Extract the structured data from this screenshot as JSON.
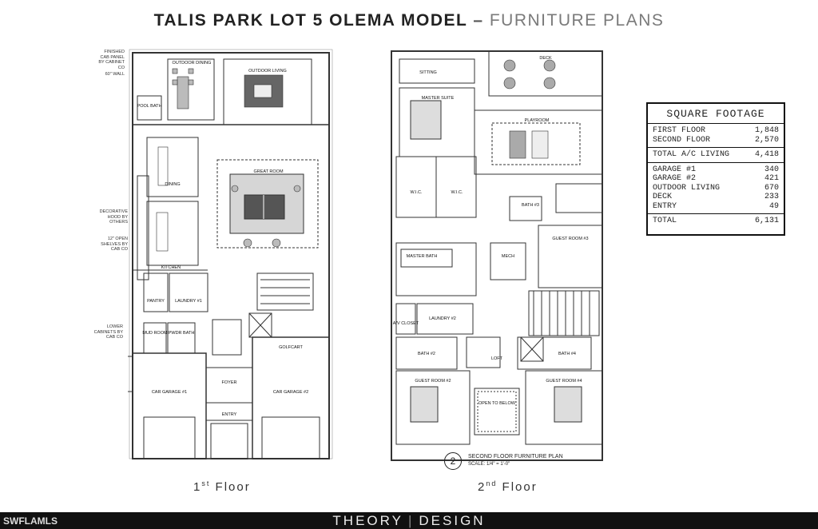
{
  "title": {
    "main": "TALIS PARK LOT 5 OLEMA MODEL",
    "separator": "–",
    "sub": "FURNITURE PLANS"
  },
  "floors": {
    "first": {
      "ord": "1",
      "sup": "st",
      "word": "Floor"
    },
    "second": {
      "ord": "2",
      "sup": "nd",
      "word": "Floor"
    }
  },
  "first_floor_labels": {
    "outdoor_dining": "OUTDOOR DINING",
    "outdoor_living": "OUTDOOR LIVING",
    "pool_bath": "POOL BATH",
    "dining": "DINING",
    "great_room": "GREAT ROOM",
    "kitchen": "KITCHEN",
    "pantry": "PANTRY",
    "laundry_1": "LAUNDRY #1",
    "mud_room": "MUD ROOM",
    "pwdr_bath": "PWDR BATH",
    "golf_cart": "GOLFCART",
    "foyer": "FOYER",
    "entry": "ENTRY",
    "car_garage_1": "CAR GARAGE #1",
    "car_garage_2": "CAR GARAGE #2",
    "note_finished_cab": "FINISHED CAB PANEL BY CABINET CO",
    "note_wall": "60\" WALL",
    "note_hood": "DECORATIVE HOOD BY OTHERS",
    "note_shelves": "12\" OPEN SHELVES BY CAB CO",
    "note_lower_cab": "LOWER CABINETS BY CAB CO"
  },
  "second_floor_labels": {
    "deck": "DECK",
    "sitting": "SITTING",
    "master_suite": "MASTER SUITE",
    "playroom": "PLAYROOM",
    "wic_1": "W.I.C.",
    "wic_2": "W.I.C.",
    "master_bath": "MASTER BATH",
    "mech": "MECH",
    "bath_3": "BATH #3",
    "guest_room_3": "GUEST ROOM #3",
    "laundry_2": "LAUNDRY #2",
    "av_closet": "A/V CLOSET",
    "bath_2": "BATH #2",
    "loft": "LOFT",
    "bath_4": "BATH #4",
    "guest_room_2": "GUEST ROOM #2",
    "open_to_below": "OPEN TO BELOW",
    "guest_room_4": "GUEST ROOM #4"
  },
  "caption": {
    "number": "2",
    "text": "SECOND FLOOR FURNITURE PLAN",
    "scale": "SCALE: 1/4\" = 1'-0\""
  },
  "square_footage": {
    "heading": "SQUARE FOOTAGE",
    "living": [
      {
        "label": "FIRST FLOOR",
        "value": "1,848"
      },
      {
        "label": "SECOND FLOOR",
        "value": "2,570"
      }
    ],
    "total_ac": {
      "label": "TOTAL A/C LIVING",
      "value": "4,418"
    },
    "other": [
      {
        "label": "GARAGE #1",
        "value": "340"
      },
      {
        "label": "GARAGE #2",
        "value": "421"
      },
      {
        "label": "OUTDOOR LIVING",
        "value": "670"
      },
      {
        "label": "DECK",
        "value": "233"
      },
      {
        "label": "ENTRY",
        "value": "49"
      }
    ],
    "total": {
      "label": "TOTAL",
      "value": "6,131"
    }
  },
  "footer": {
    "left": "THEORY",
    "right": "DESIGN",
    "watermark": "SWFLAMLS"
  }
}
